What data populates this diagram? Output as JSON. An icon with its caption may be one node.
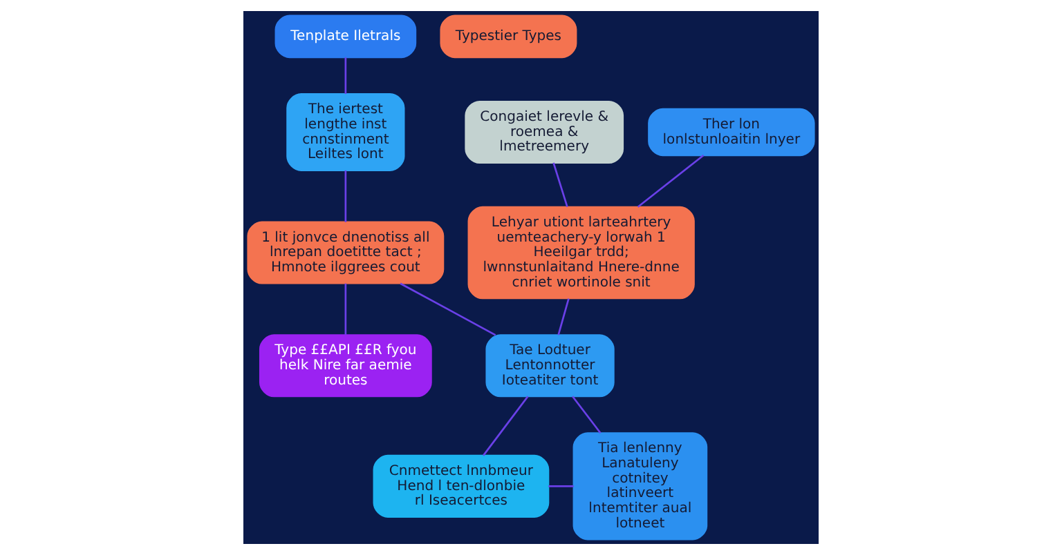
{
  "diagram": {
    "nodes": [
      {
        "text": [
          "Tenplate Iletrals"
        ]
      },
      {
        "text": [
          "Typestier Types"
        ]
      },
      {
        "text": [
          "The iertest lengthe inst cnnstinment Leiltes lont"
        ]
      },
      {
        "text": [
          "Congaiet lerevle & roemea & lmetreemery"
        ]
      },
      {
        "text": [
          "Ther lon lonlstunloaitin lnyer"
        ]
      },
      {
        "text": [
          "Lehyar utiont larteahrtery uemteachery-y lorwah 1 Heeilgar trdd; lwnnstunlaitand Hnere-dnne cnriet wortinole snit"
        ]
      },
      {
        "text": [
          "1 lit jonvce dnenotiss all lnrepan doetitte tact ; Hmnote ilggrees cout"
        ]
      },
      {
        "text": [
          "Type ££API ££R fyou helk Nire far aemie routes"
        ]
      },
      {
        "text": [
          "Tae Lodtuer Lentonnotter Ioteatiter tont"
        ]
      },
      {
        "text": [
          "Cnmettect lnnbmeur Hend l ten-dlonbie rl Iseacertces"
        ]
      },
      {
        "text": [
          "Tia lenlenny Lanatuleny cotnitey latinveert lntemtiter aual lotneet"
        ]
      }
    ],
    "edges": [
      {
        "from": 0,
        "to": 2,
        "arrow": "none"
      },
      {
        "from": 2,
        "to": 6,
        "arrow": "none"
      },
      {
        "from": 3,
        "to": 5,
        "arrow": "none"
      },
      {
        "from": 4,
        "to": 5,
        "arrow": "none"
      },
      {
        "from": 5,
        "to": 8,
        "arrow": "none"
      },
      {
        "from": 6,
        "to": 7,
        "arrow": "none"
      },
      {
        "from": 6,
        "to": 8,
        "arrow": "none"
      },
      {
        "from": 8,
        "to": 9,
        "arrow": "none"
      },
      {
        "from": 8,
        "to": 10,
        "arrow": "none"
      },
      {
        "from": 9,
        "to": 10,
        "arrow": "none"
      }
    ]
  }
}
